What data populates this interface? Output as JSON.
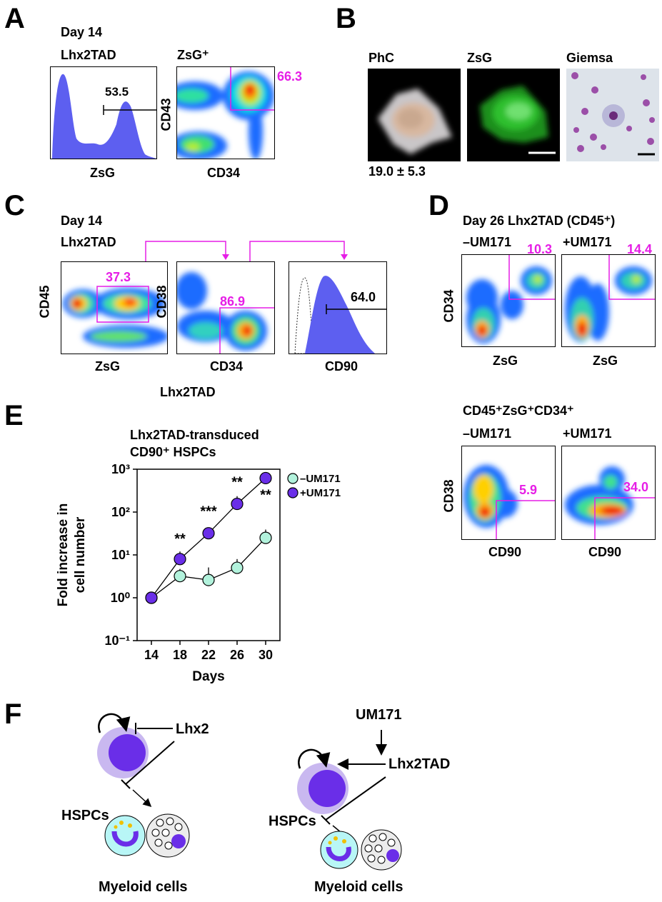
{
  "panels": {
    "A": "A",
    "B": "B",
    "C": "C",
    "D": "D",
    "E": "E",
    "F": "F"
  },
  "panelA": {
    "day": "Day 14",
    "hist_title": "Lhx2TAD",
    "hist_xlabel": "ZsG",
    "hist_gate": "53.5",
    "dot_title": "ZsG⁺",
    "dot_ylabel": "CD43",
    "dot_xlabel": "CD34",
    "dot_gate": "66.3"
  },
  "panelB": {
    "labels": [
      "PhC",
      "ZsG",
      "Giemsa"
    ],
    "value": "19.0 ± 5.3"
  },
  "panelC": {
    "day": "Day 14",
    "title": "Lhx2TAD",
    "p1_ylabel": "CD45",
    "p1_xlabel": "ZsG",
    "p1_gate": "37.3",
    "p2_ylabel": "CD38",
    "p2_xlabel": "CD34",
    "p2_gate": "86.9",
    "p3_xlabel": "CD90",
    "p3_gate": "64.0",
    "footer": "Lhx2TAD"
  },
  "panelD": {
    "title": "Day 26 Lhx2TAD (CD45⁺)",
    "top_ylabel": "CD34",
    "top": [
      {
        "condition": "–UM171",
        "gate": "10.3",
        "xlabel": "ZsG"
      },
      {
        "condition": "+UM171",
        "gate": "14.4",
        "xlabel": "ZsG"
      }
    ],
    "bottom_title": "CD45⁺ZsG⁺CD34⁺",
    "bottom_ylabel": "CD38",
    "bottom": [
      {
        "condition": "–UM171",
        "gate": "5.9",
        "xlabel": "CD90"
      },
      {
        "condition": "+UM171",
        "gate": "34.0",
        "xlabel": "CD90"
      }
    ]
  },
  "panelE": {
    "title_line1": "Lhx2TAD-transduced",
    "title_line2": "CD90⁺ HSPCs",
    "ylabel_line1": "Fold increase in",
    "ylabel_line2": "cell number",
    "xlabel": "Days",
    "ytick_labels": [
      "10³",
      "10²",
      "10¹",
      "10⁰",
      "10⁻¹"
    ],
    "significance": [
      "**",
      "***",
      "**",
      "**"
    ]
  },
  "chart_data": {
    "type": "line",
    "title": "Lhx2TAD-transduced CD90⁺ HSPCs",
    "xlabel": "Days",
    "ylabel": "Fold increase in cell number",
    "yscale": "log",
    "ylim": [
      0.1,
      1000
    ],
    "x": [
      14,
      18,
      22,
      26,
      30
    ],
    "series": [
      {
        "name": "–UM171",
        "color": "#b2f2dc",
        "values": [
          1,
          3.2,
          2.6,
          5,
          25
        ],
        "err": [
          0,
          1.5,
          2.5,
          3,
          14
        ]
      },
      {
        "name": "+UM171",
        "color": "#6a2ee8",
        "values": [
          1,
          8,
          32,
          155,
          620
        ],
        "err": [
          0,
          4,
          0,
          80,
          0
        ]
      }
    ],
    "legend_position": "top-right"
  },
  "panelF": {
    "left": {
      "regulator": "Lhx2",
      "cell": "HSPCs",
      "product": "Myeloid cells"
    },
    "right": {
      "drug": "UM171",
      "regulator": "Lhx2TAD",
      "cell": "HSPCs",
      "product": "Myeloid cells"
    }
  },
  "colors": {
    "gate": "#e61ee6",
    "purple": "#6a2ee8",
    "cyan": "#b2f2dc",
    "hist": "#5d5ff0"
  }
}
